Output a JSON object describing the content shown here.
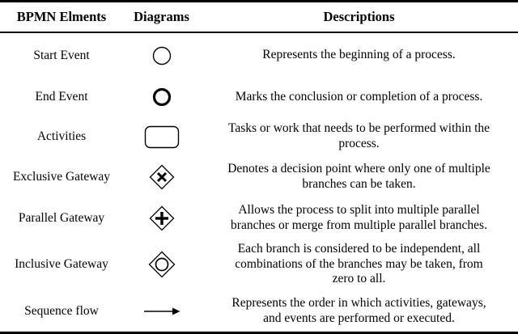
{
  "table": {
    "header": {
      "elements": "BPMN Elments",
      "diagrams": "Diagrams",
      "descriptions": "Descriptions"
    },
    "rows": [
      {
        "element": "Start Event",
        "icon": "start-event-circle",
        "description": "Represents the beginning of a process."
      },
      {
        "element": "End Event",
        "icon": "end-event-thick-circle",
        "description": "Marks the conclusion or completion of a process."
      },
      {
        "element": "Activities",
        "icon": "rounded-rectangle",
        "description": "Tasks or work that needs to be performed within the\nprocess."
      },
      {
        "element": "Exclusive Gateway",
        "icon": "diamond-with-x",
        "description": "Denotes a decision point where only one of multiple\nbranches can be taken."
      },
      {
        "element": "Parallel Gateway",
        "icon": "diamond-with-plus",
        "description": "Allows the process to split into multiple parallel\nbranches or merge from multiple parallel branches."
      },
      {
        "element": "Inclusive Gateway",
        "icon": "diamond-with-circle",
        "description": "Each branch is considered to be independent, all\ncombinations of the branches may be taken, from\nzero to all."
      },
      {
        "element": "Sequence flow",
        "icon": "right-arrow",
        "description": "Represents the order in which activities, gateways,\nand events are performed or executed."
      }
    ]
  },
  "colors": {
    "text": "#000000",
    "background": "#ffffff",
    "rule": "#000000"
  }
}
